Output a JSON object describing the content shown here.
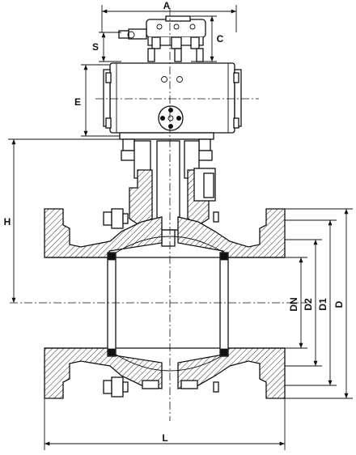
{
  "diagram": {
    "labels": {
      "A": "A",
      "C": "C",
      "S": "S",
      "E": "E",
      "H": "H",
      "L": "L",
      "DN": "DN",
      "D2": "D2",
      "D1": "D1",
      "D": "D"
    },
    "colors": {
      "line": "#111111",
      "background": "#ffffff"
    }
  }
}
